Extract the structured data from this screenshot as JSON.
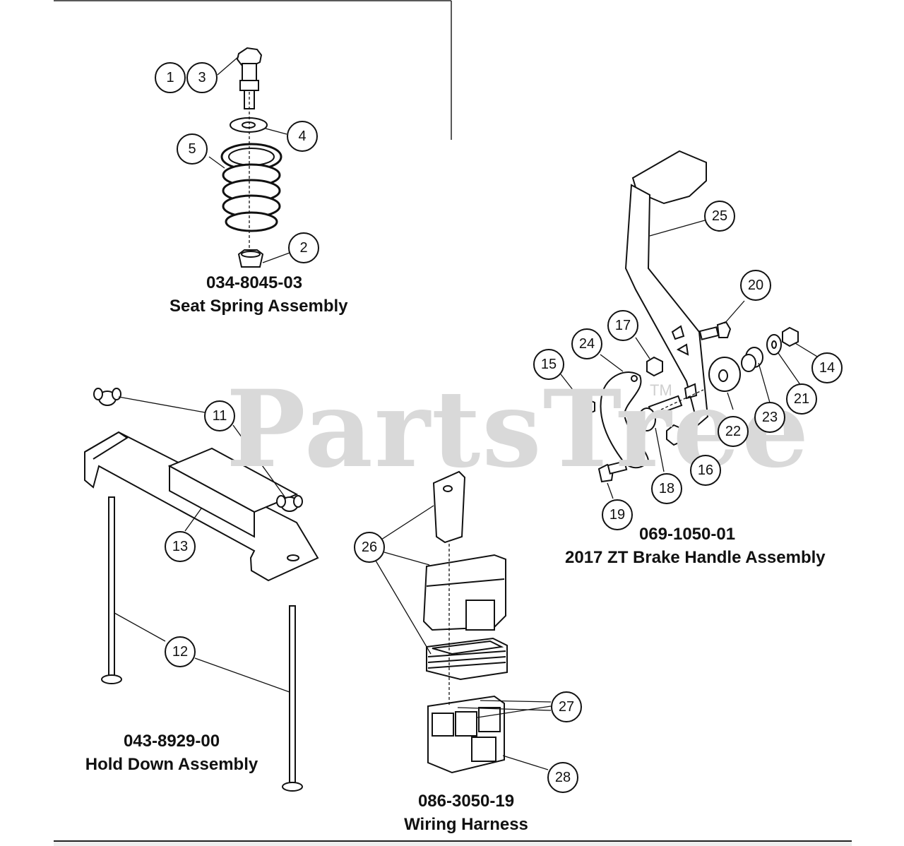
{
  "watermark": {
    "text": "PartsTree",
    "tm": "TM"
  },
  "assemblies": [
    {
      "part_number": "034-8045-03",
      "name": "Seat Spring Assembly"
    },
    {
      "part_number": "069-1050-01",
      "name": "2017 ZT Brake Handle Assembly"
    },
    {
      "part_number": "043-8929-00",
      "name": "Hold Down Assembly"
    },
    {
      "part_number": "086-3050-19",
      "name": "Wiring Harness"
    }
  ],
  "callouts": [
    "1",
    "2",
    "3",
    "4",
    "5",
    "11",
    "12",
    "13",
    "14",
    "15",
    "16",
    "17",
    "18",
    "19",
    "20",
    "21",
    "22",
    "23",
    "24",
    "25",
    "26",
    "27",
    "28"
  ]
}
